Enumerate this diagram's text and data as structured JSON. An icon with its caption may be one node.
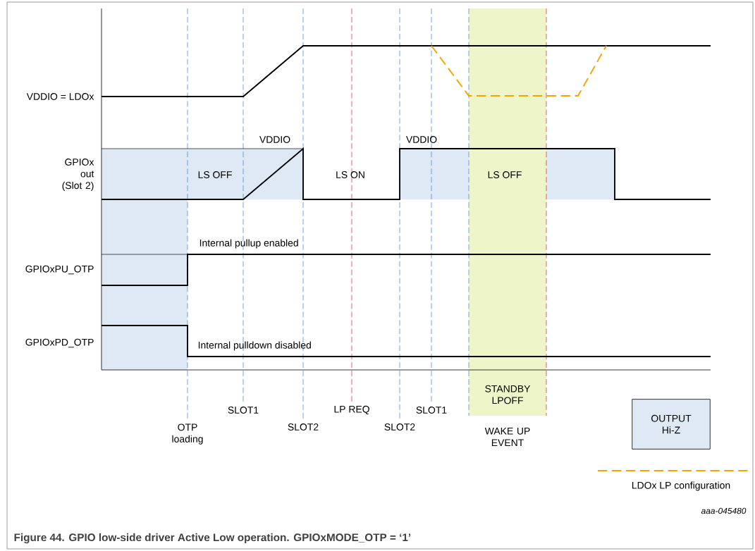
{
  "diagram": {
    "caption": "Figure 44.  GPIO low-side driver Active Low operation. GPIOxMODE_OTP = ‘1’",
    "nodes": [
      {
        "text": [
          "STANDBY LPOFF"
        ]
      },
      {
        "text": [
          "OUTPUT Hi-Z"
        ]
      }
    ],
    "labels": [
      "VDDIO = LDOx",
      "VDDIO",
      "VDDIO",
      "GPIOx out (Slot 2)",
      "LS OFF",
      "LS ON",
      "LS OFF",
      "Internal pullup enabled",
      "GPIOxPU_OTP",
      "GPIOxPD_OTP",
      "Internal pulldown disabled",
      "SLOT1",
      "LP REQ",
      "SLOT1",
      "OTP loading",
      "SLOT2",
      "SLOT2",
      "WAKE UP EVENT",
      "aaa-045480"
    ],
    "legend": [
      {
        "text": "LDOx LP configuration"
      }
    ]
  }
}
